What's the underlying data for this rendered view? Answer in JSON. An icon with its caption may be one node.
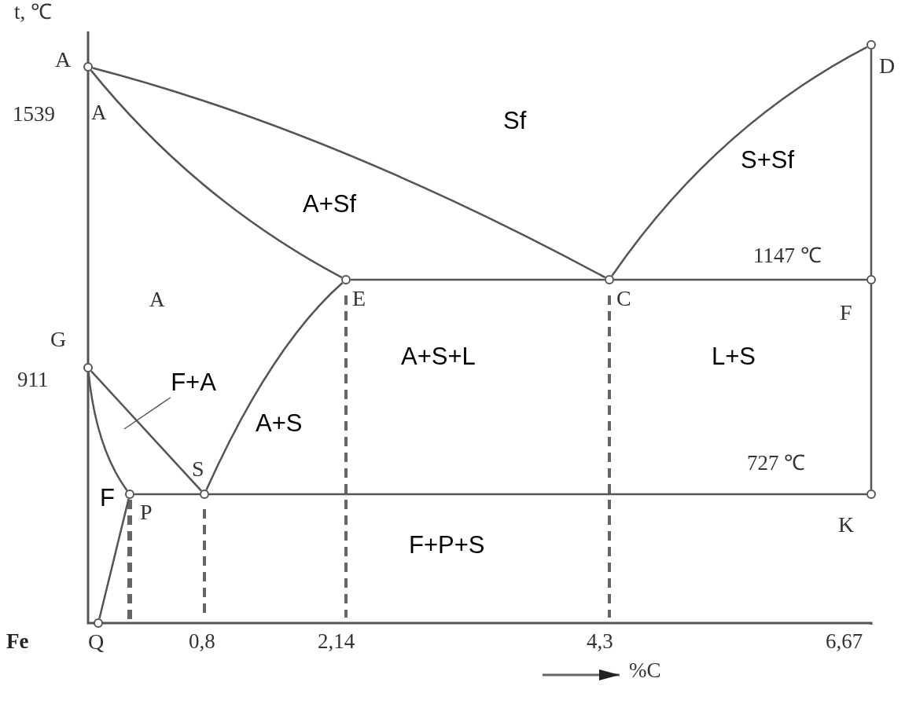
{
  "diagram": {
    "nodes": [
      {
        "text": [],
        "shape": "circle",
        "beside": [
          "A"
        ]
      },
      {
        "text": [],
        "shape": "circle",
        "beside": [
          "D"
        ]
      },
      {
        "text": [],
        "shape": "circle",
        "beside": [
          "E"
        ]
      },
      {
        "text": [],
        "shape": "circle",
        "beside": [
          "C"
        ]
      },
      {
        "text": [],
        "shape": "circle",
        "beside": [
          "F"
        ]
      },
      {
        "text": [],
        "shape": "circle",
        "beside": [
          "G"
        ]
      },
      {
        "text": [],
        "shape": "circle",
        "beside": [
          "S"
        ]
      },
      {
        "text": [],
        "shape": "circle",
        "beside": [
          "P"
        ]
      },
      {
        "text": [],
        "shape": "circle",
        "beside": [
          "K"
        ]
      },
      {
        "text": [],
        "shape": "circle",
        "beside": [
          "Q"
        ]
      },
      {
        "text": [
          "F+A"
        ]
      }
    ],
    "edges": [
      {
        "from": 0,
        "to": 3,
        "arrow": "none"
      },
      {
        "from": 3,
        "to": 1,
        "arrow": "none"
      },
      {
        "from": 0,
        "to": 2,
        "arrow": "none"
      },
      {
        "from": 2,
        "to": 3,
        "arrow": "none"
      },
      {
        "from": 3,
        "to": 4,
        "arrow": "none"
      },
      {
        "from": 5,
        "to": 6,
        "arrow": "none"
      },
      {
        "from": 6,
        "to": 2,
        "arrow": "none"
      },
      {
        "from": 7,
        "to": 6,
        "arrow": "none"
      },
      {
        "from": 6,
        "to": 8,
        "arrow": "none"
      },
      {
        "from": 5,
        "to": 7,
        "arrow": "none"
      },
      {
        "from": 9,
        "to": 7,
        "arrow": "none"
      },
      {
        "from": 1,
        "to": 4,
        "arrow": "none"
      },
      {
        "from": 4,
        "to": 8,
        "arrow": "none"
      },
      {
        "from": 10,
        "to": null,
        "arrow": "none"
      }
    ],
    "labels": [
      "t, ℃",
      "1539",
      "A",
      "Sf",
      "S+Sf",
      "A+Sf",
      "1147 ℃",
      "A",
      "911",
      "A+S+L",
      "L+S",
      "A+S",
      "727 ℃",
      "F",
      "F+P+S",
      "Fe",
      "0,8",
      "2,14",
      "4,3",
      "6,67",
      "%C"
    ]
  }
}
